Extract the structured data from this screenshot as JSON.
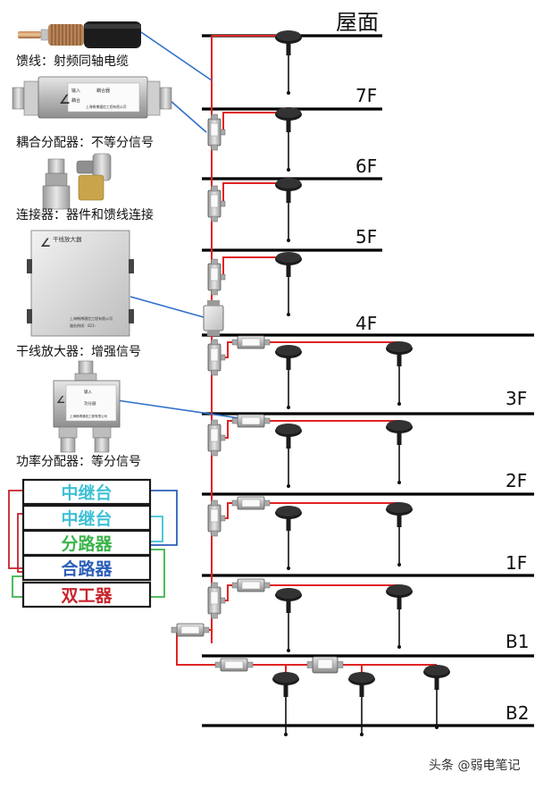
{
  "floors": [
    {
      "label": "屋面"
    },
    {
      "label": "7F"
    },
    {
      "label": "6F"
    },
    {
      "label": "5F"
    },
    {
      "label": "4F"
    },
    {
      "label": "3F"
    },
    {
      "label": "2F"
    },
    {
      "label": "1F"
    },
    {
      "label": "B1"
    },
    {
      "label": "B2"
    }
  ],
  "legend": [
    {
      "id": "feeder",
      "label": "馈线：射频同轴电缆"
    },
    {
      "id": "coupler",
      "label": "耦合分配器：不等分信号"
    },
    {
      "id": "connector",
      "label": "连接器：器件和馈线连接"
    },
    {
      "id": "amplifier",
      "label": "干线放大器：增强信号"
    },
    {
      "id": "splitter",
      "label": "功率分配器：等分信号"
    }
  ],
  "device_labels": {
    "coupler": [
      "输入",
      "耦合器",
      "耦合",
      "上海畅博通信工程有限公司"
    ],
    "amplifier": [
      "干线放大器",
      "上海畅博通信工程有限公司",
      "服务热线：021-"
    ],
    "splitter": [
      "输入",
      "功分器",
      "上海畅博通信工程有限公司"
    ]
  },
  "rack": [
    {
      "label": "中继台",
      "color": "#3fc1d6"
    },
    {
      "label": "中继台",
      "color": "#3fc1d6"
    },
    {
      "label": "分路器",
      "color": "#3bb34a"
    },
    {
      "label": "合路器",
      "color": "#2d5fb8"
    },
    {
      "label": "双工器",
      "color": "#c8232c"
    }
  ],
  "watermark": "头条 @弱电笔记",
  "colors": {
    "feeder": "#e02424",
    "pointer": "#2f6fc9",
    "floor": "#000000",
    "box_border": "#1a1a1a"
  }
}
